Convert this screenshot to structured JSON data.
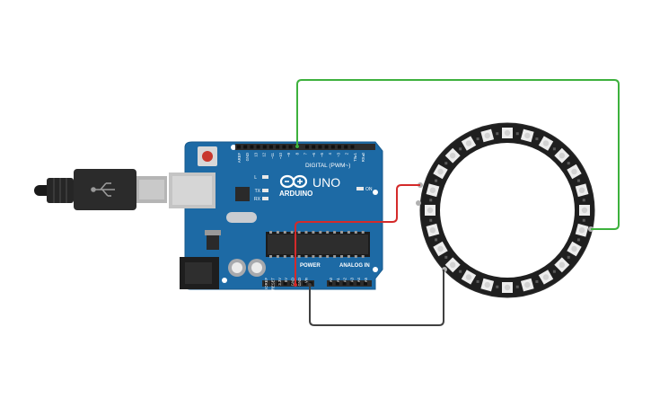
{
  "board": {
    "brand": "ARDUINO",
    "model": "UNO",
    "digital_header": "DIGITAL (PWM~)",
    "power_header": "POWER",
    "analog_header": "ANALOG IN",
    "led_l": "L",
    "led_tx": "TX",
    "led_rx": "RX",
    "led_on": "ON",
    "digital_pins": [
      "AREF",
      "GND",
      "13",
      "12",
      "~11",
      "~10",
      "~9",
      "8",
      "7",
      "~6",
      "~5",
      "4",
      "~3",
      "2",
      "TX▸1",
      "RX◂0"
    ],
    "power_pins": [
      "IOREF",
      "RESET",
      "3.3V",
      "5V",
      "GND",
      "GND",
      "Vin"
    ],
    "analog_pins": [
      "A0",
      "A1",
      "A2",
      "A3",
      "A4",
      "A5"
    ]
  },
  "ring": {
    "pixel_count": 24
  },
  "wires": [
    {
      "id": "data",
      "color": "#3db13d"
    },
    {
      "id": "power",
      "color": "#d42a2a"
    },
    {
      "id": "ground",
      "color": "#404040"
    }
  ]
}
